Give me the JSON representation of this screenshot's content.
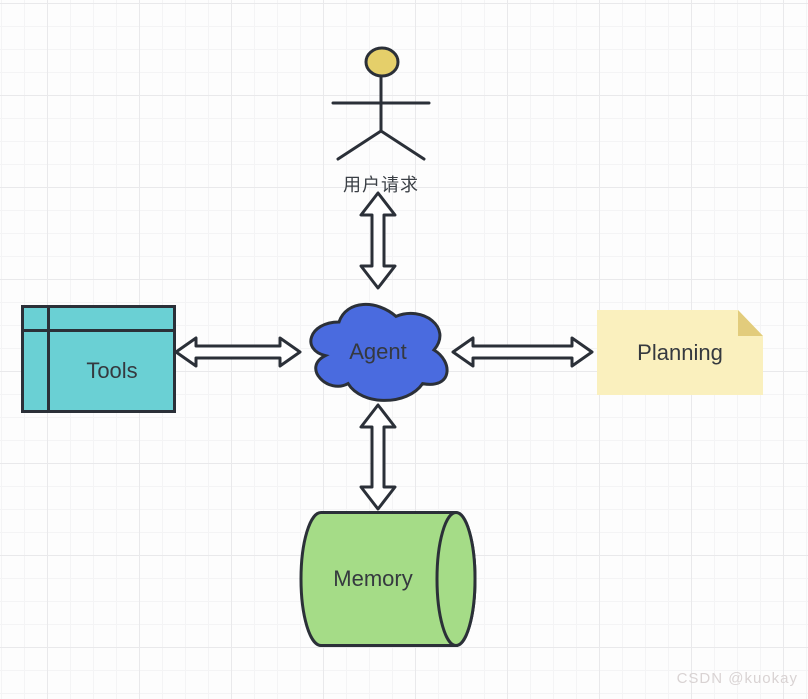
{
  "canvas": {
    "background": "#fdfdfd",
    "grid_minor_color": "#f4f4f5",
    "grid_major_color": "#e9e9eb"
  },
  "palette": {
    "outline": "#2b3038",
    "arrow_fill": "#ffffff",
    "text": "#35393f"
  },
  "nodes": {
    "user": {
      "label": "用户请求",
      "shape": "stick-figure-actor",
      "head_fill": "#e5cf6a"
    },
    "agent": {
      "label": "Agent",
      "shape": "cloud",
      "fill": "#4a6bdf"
    },
    "tools": {
      "label": "Tools",
      "shape": "table-box",
      "fill": "#6ad0d4"
    },
    "planning": {
      "label": "Planning",
      "shape": "sticky-note",
      "fill": "#faf0be",
      "fold_fill": "#e2cc7c"
    },
    "memory": {
      "label": "Memory",
      "shape": "cylinder",
      "fill": "#a5dc87"
    }
  },
  "edges": [
    {
      "from": "user",
      "to": "agent",
      "style": "hollow-double-arrow",
      "direction": "vertical"
    },
    {
      "from": "tools",
      "to": "agent",
      "style": "hollow-double-arrow",
      "direction": "horizontal"
    },
    {
      "from": "agent",
      "to": "planning",
      "style": "hollow-double-arrow",
      "direction": "horizontal"
    },
    {
      "from": "agent",
      "to": "memory",
      "style": "hollow-double-arrow",
      "direction": "vertical"
    }
  ],
  "watermark": {
    "text": "CSDN @kuokay",
    "color": "#d9d3d3"
  }
}
